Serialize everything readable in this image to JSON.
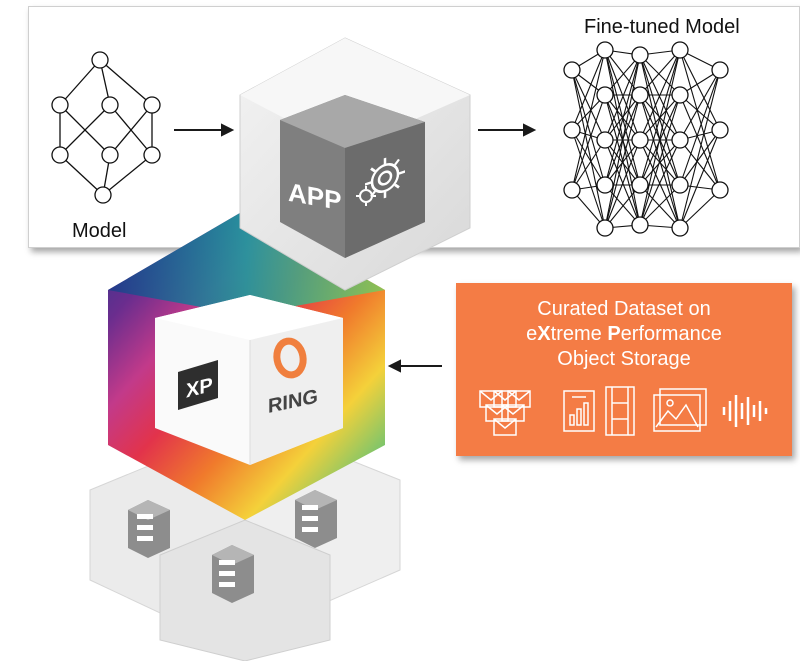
{
  "model_label": "Model",
  "finetuned_label": "Fine-tuned Model",
  "app_label": "APP",
  "xp_label": "XP",
  "ring_label": "RING",
  "dataset": {
    "line1": "Curated Dataset on",
    "line2_p1": "e",
    "line2_x": "X",
    "line2_p2": "treme ",
    "line2_p": "P",
    "line2_p3": "erformance",
    "line3": "Object Storage"
  },
  "media_icons": [
    "email-stack-icon",
    "chart-document-icon",
    "film-strip-icon",
    "image-gallery-icon",
    "audio-waveform-icon"
  ],
  "colors": {
    "accent_orange": "#f47c45",
    "cube_gray": "#8a8a8a",
    "ring_orange": "#f07f3e",
    "xp_dark": "#2e2e2e"
  }
}
